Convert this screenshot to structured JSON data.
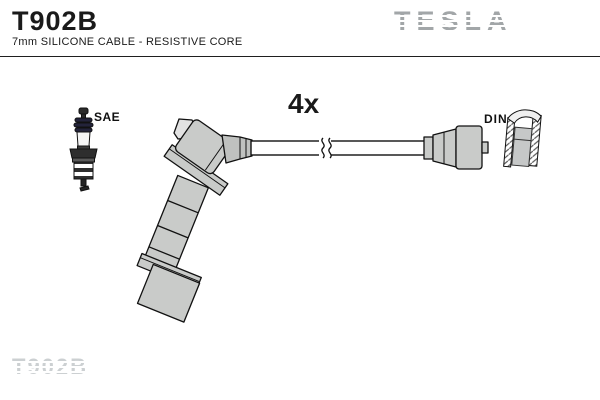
{
  "header": {
    "part_number": "T902B",
    "subtitle": "7mm SILICONE CABLE - RESISTIVE CORE"
  },
  "brand": {
    "logo_text": "TESLA",
    "logo_color": "#a2a6a8",
    "logo_style": "horizontal-white-stripes"
  },
  "diagram": {
    "quantity_label": "4x",
    "sae_label": "SAE",
    "din_label": "DIN",
    "icons": [
      "spark-plug-icon",
      "plug-boot-drawing",
      "cable-drawing",
      "cable-break-mark",
      "distributor-boot-drawing",
      "din-connector-section-drawing"
    ]
  },
  "footer": {
    "watermark_text": "T902B",
    "watermark_color": "#ccd0d2"
  },
  "colors": {
    "background": "#ffffff",
    "outline": "#1a1a1a",
    "boot_fill": "#c9cbc9",
    "cable_fill": "#ffffff",
    "divider": "#1f1f1f"
  }
}
